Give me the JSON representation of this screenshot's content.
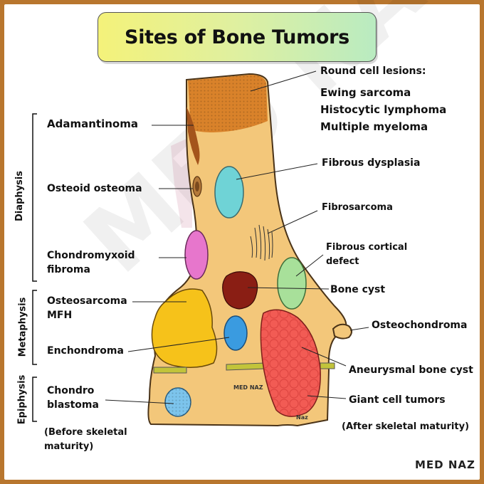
{
  "title": "Sites of Bone Tumors",
  "brand": "MED NAZ",
  "watermark": "MED NAZ",
  "small_brand": "MED NAZ",
  "corner_brand": "Naz",
  "regions": {
    "diaphysis": "Diaphysis",
    "metaphysis": "Metaphysis",
    "epiphysis": "Epiphysis"
  },
  "left_labels": {
    "adamantinoma": "Adamantinoma",
    "osteoid_osteoma": "Osteoid osteoma",
    "chondromyxoid_1": "Chondromyxoid",
    "chondromyxoid_2": "fibroma",
    "osteosarcoma_1": "Osteosarcoma",
    "osteosarcoma_2": "MFH",
    "enchondroma": "Enchondroma",
    "chondro_1": "Chondro",
    "chondro_2": "blastoma",
    "before_1": "(Before skeletal",
    "before_2": "maturity)"
  },
  "right_labels": {
    "round_cell": "Round cell lesions:",
    "ewing": "Ewing sarcoma",
    "histocytic": "Histocytic lymphoma",
    "myeloma": "Multiple myeloma",
    "fibrous_dysplasia": "Fibrous dysplasia",
    "fibrosarcoma": "Fibrosarcoma",
    "fcd_1": "Fibrous cortical",
    "fcd_2": "defect",
    "bone_cyst": "Bone cyst",
    "osteochondroma": "Osteochondroma",
    "abc": "Aneurysmal bone cyst",
    "gct": "Giant cell tumors",
    "after": "(After skeletal maturity)"
  },
  "colors": {
    "bone": "#f3c77a",
    "outline": "#4a3318",
    "frame": "#b8762e",
    "round_cell": "#d9822a",
    "fibrous_dysplasia": "#6fd3d6",
    "chondromyxoid": "#e776cc",
    "bone_cyst": "#8a1e14",
    "fibrous_cortical": "#a8e09a",
    "osteosarcoma": "#f6c21a",
    "enchondroma": "#3a9be0",
    "abc_gct": "#f25b54",
    "chondroblastoma": "#7cc4ec",
    "growth_plate": "#c2c43a"
  }
}
